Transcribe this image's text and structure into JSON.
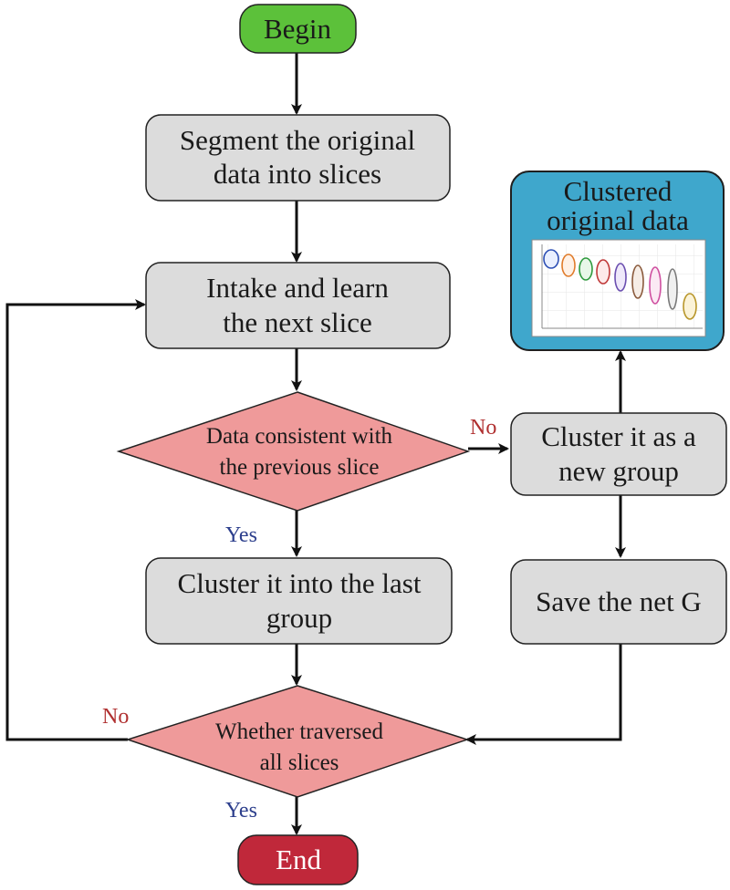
{
  "nodes": {
    "begin": "Begin",
    "segment": [
      "Segment the original",
      "data into slices"
    ],
    "intake": [
      "Intake and learn",
      "the next slice"
    ],
    "decision1": [
      "Data consistent with",
      "the previous slice"
    ],
    "cluster_last": [
      "Cluster it into the last",
      "group"
    ],
    "decision2": [
      "Whether traversed",
      "all slices"
    ],
    "end": "End",
    "cluster_new": [
      "Cluster it as a",
      "new group"
    ],
    "save": "Save the net G",
    "clustered": [
      "Clustered",
      "original data"
    ]
  },
  "edge_labels": {
    "d1_yes": "Yes",
    "d1_no": "No",
    "d2_no": "No",
    "d2_yes": "Yes"
  },
  "colors": {
    "start": "#5cc13a",
    "end": "#c0283a",
    "process": "#dcdcdc",
    "decision": "#ef9a9a",
    "result": "#3fa7cc",
    "yes_text": "#2c3e8c",
    "no_text": "#b03030"
  }
}
